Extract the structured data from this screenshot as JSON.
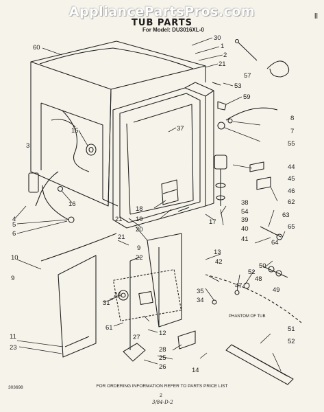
{
  "watermark": "AppliancePartsPros.com",
  "corner_mark": "ll",
  "title": "TUB PARTS",
  "model_line": "For Model: DU3016XL-0",
  "labels": {
    "p1": "1",
    "p2": "2",
    "p3": "3",
    "p4": "4",
    "p5": "5",
    "p6": "6",
    "p7": "7",
    "p8": "8",
    "p9a": "9",
    "p9b": "9",
    "p10": "10",
    "p11": "11",
    "p12": "12",
    "p13": "13",
    "p14": "14",
    "p15": "15",
    "p16": "16",
    "p17": "17",
    "p18": "18",
    "p19": "19",
    "p20": "20",
    "p21a": "21",
    "p21b": "21",
    "p21c": "21",
    "p22": "22",
    "p23": "23",
    "p24": "24",
    "p25": "25",
    "p26": "26",
    "p27": "27",
    "p28": "28",
    "p30": "30",
    "p31": "31",
    "p34": "34",
    "p35": "35",
    "p37": "37",
    "p38": "38",
    "p39": "39",
    "p40": "40",
    "p41": "41",
    "p42": "42",
    "p44": "44",
    "p45": "45",
    "p46": "46",
    "p47": "47",
    "p48": "48",
    "p49": "49",
    "p50": "50",
    "p51": "51",
    "p52a": "52",
    "p52b": "52",
    "p53": "53",
    "p54": "54",
    "p55": "55",
    "p57": "57",
    "p59": "59",
    "p60": "60",
    "p61": "61",
    "p62": "62",
    "p63": "63",
    "p64": "64",
    "p65": "65"
  },
  "phantom_label": "PHANTOM OF TUB",
  "footer": "FOR ORDERING INFORMATION REFER TO PARTS PRICE LIST",
  "doc_code": "303698",
  "page_number": "2",
  "handwritten": "3/84-D-2"
}
